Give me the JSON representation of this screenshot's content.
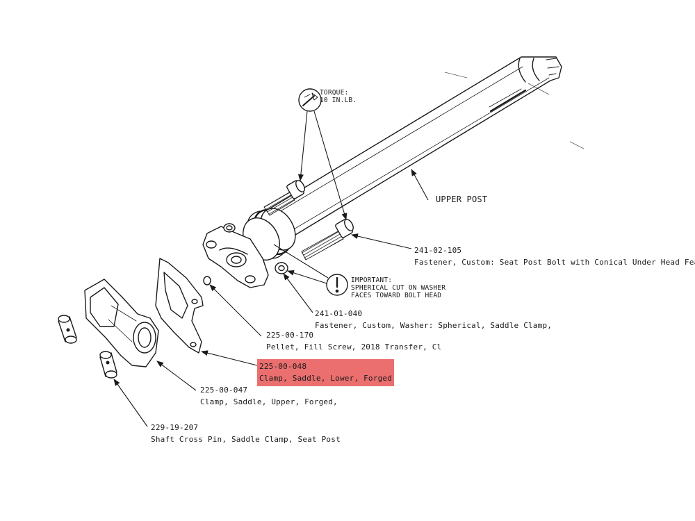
{
  "torque_note": {
    "line1": "TORQUE:",
    "line2": "10 IN.LB."
  },
  "upper_post_label": "UPPER POST",
  "important_note": {
    "line1": "IMPORTANT:",
    "line2": "SPHERICAL CUT ON WASHER",
    "line3": "FACES TOWARD BOLT HEAD"
  },
  "callouts": [
    {
      "part_number": "241-02-105",
      "description": "Fastener, Custom: Seat Post Bolt with Conical Under Head Feature"
    },
    {
      "part_number": "241-01-040",
      "description": "Fastener, Custom, Washer: Spherical, Saddle Clamp,"
    },
    {
      "part_number": "225-00-170",
      "description": "Pellet, Fill Screw, 2018 Transfer, Cl"
    },
    {
      "part_number": "225-00-048",
      "description": "Clamp, Saddle, Lower, Forged",
      "highlighted": true,
      "highlight_color": "#e64646"
    },
    {
      "part_number": "225-00-047",
      "description": "Clamp, Saddle, Upper, Forged,"
    },
    {
      "part_number": "229-19-207",
      "description": "Shaft Cross Pin, Saddle Clamp, Seat Post"
    }
  ],
  "icons": {
    "torque": "torque-wrench-icon",
    "important": "exclamation-icon"
  },
  "colors": {
    "line": "#1a1a1a",
    "highlight": "#e64646",
    "background": "#ffffff"
  }
}
